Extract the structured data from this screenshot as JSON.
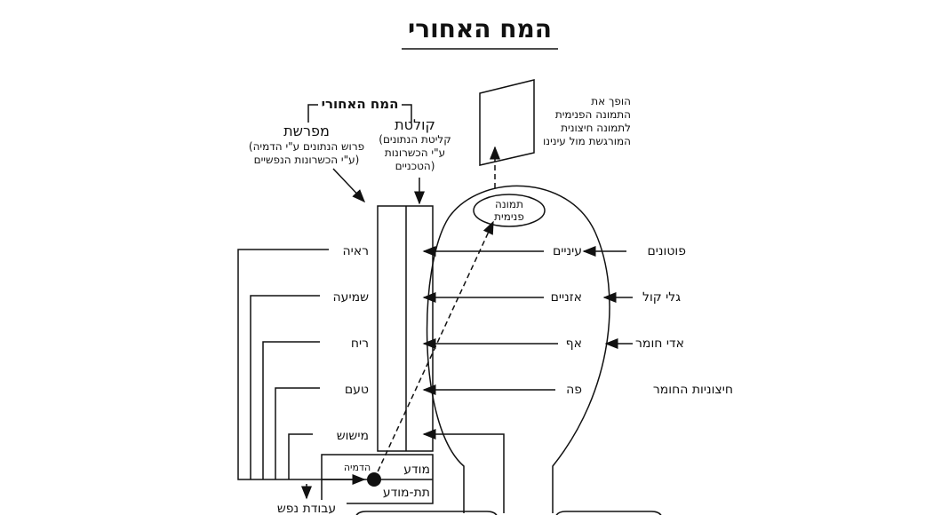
{
  "title": "המח האחורי",
  "bracket_label": "המח האחורי",
  "interpreter": {
    "title": "מפרשת",
    "line1": "(פרוש הנתונים ע\"י הדמיה",
    "line2": "ע\"י הכשרונות הנפשיים)"
  },
  "collector": {
    "title": "קולטת",
    "line1": "(קליטת הנתונים",
    "line2": "ע\"י הכשרונות",
    "line3": "הטכניים)"
  },
  "screen_note": [
    "הופך את",
    "התמונה הפנימית",
    "לתמונה חיצונית",
    "המורגשת מול עינינו"
  ],
  "inner_image": [
    "תמונה",
    "פנימית"
  ],
  "senses": [
    "ראיה",
    "שמיעה",
    "ריח",
    "טעם",
    "מישוש"
  ],
  "organs": [
    "עיניים",
    "אזניים",
    "אף",
    "פה"
  ],
  "inputs": [
    "פוטונים",
    "גלי קול",
    "אדי חומר",
    "חיצוניות החומר"
  ],
  "conscious": "מודע",
  "subconscious": "תת-מודע",
  "imagination": "הדמיה",
  "soul_work": "עבודת נפש"
}
